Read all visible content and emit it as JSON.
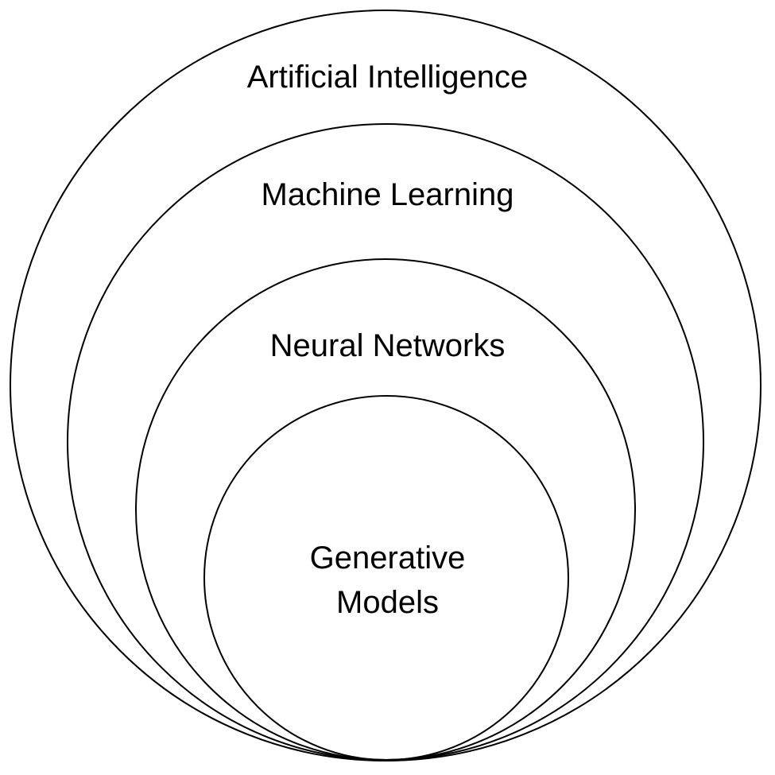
{
  "diagram": {
    "layers": [
      {
        "id": "ai",
        "label": "Artificial Intelligence"
      },
      {
        "id": "ml",
        "label": "Machine Learning"
      },
      {
        "id": "nn",
        "label": "Neural Networks"
      },
      {
        "id": "gm",
        "label_lines": [
          "Generative",
          "Models"
        ]
      }
    ],
    "stroke_color": "#000000",
    "background_color": "#ffffff"
  }
}
